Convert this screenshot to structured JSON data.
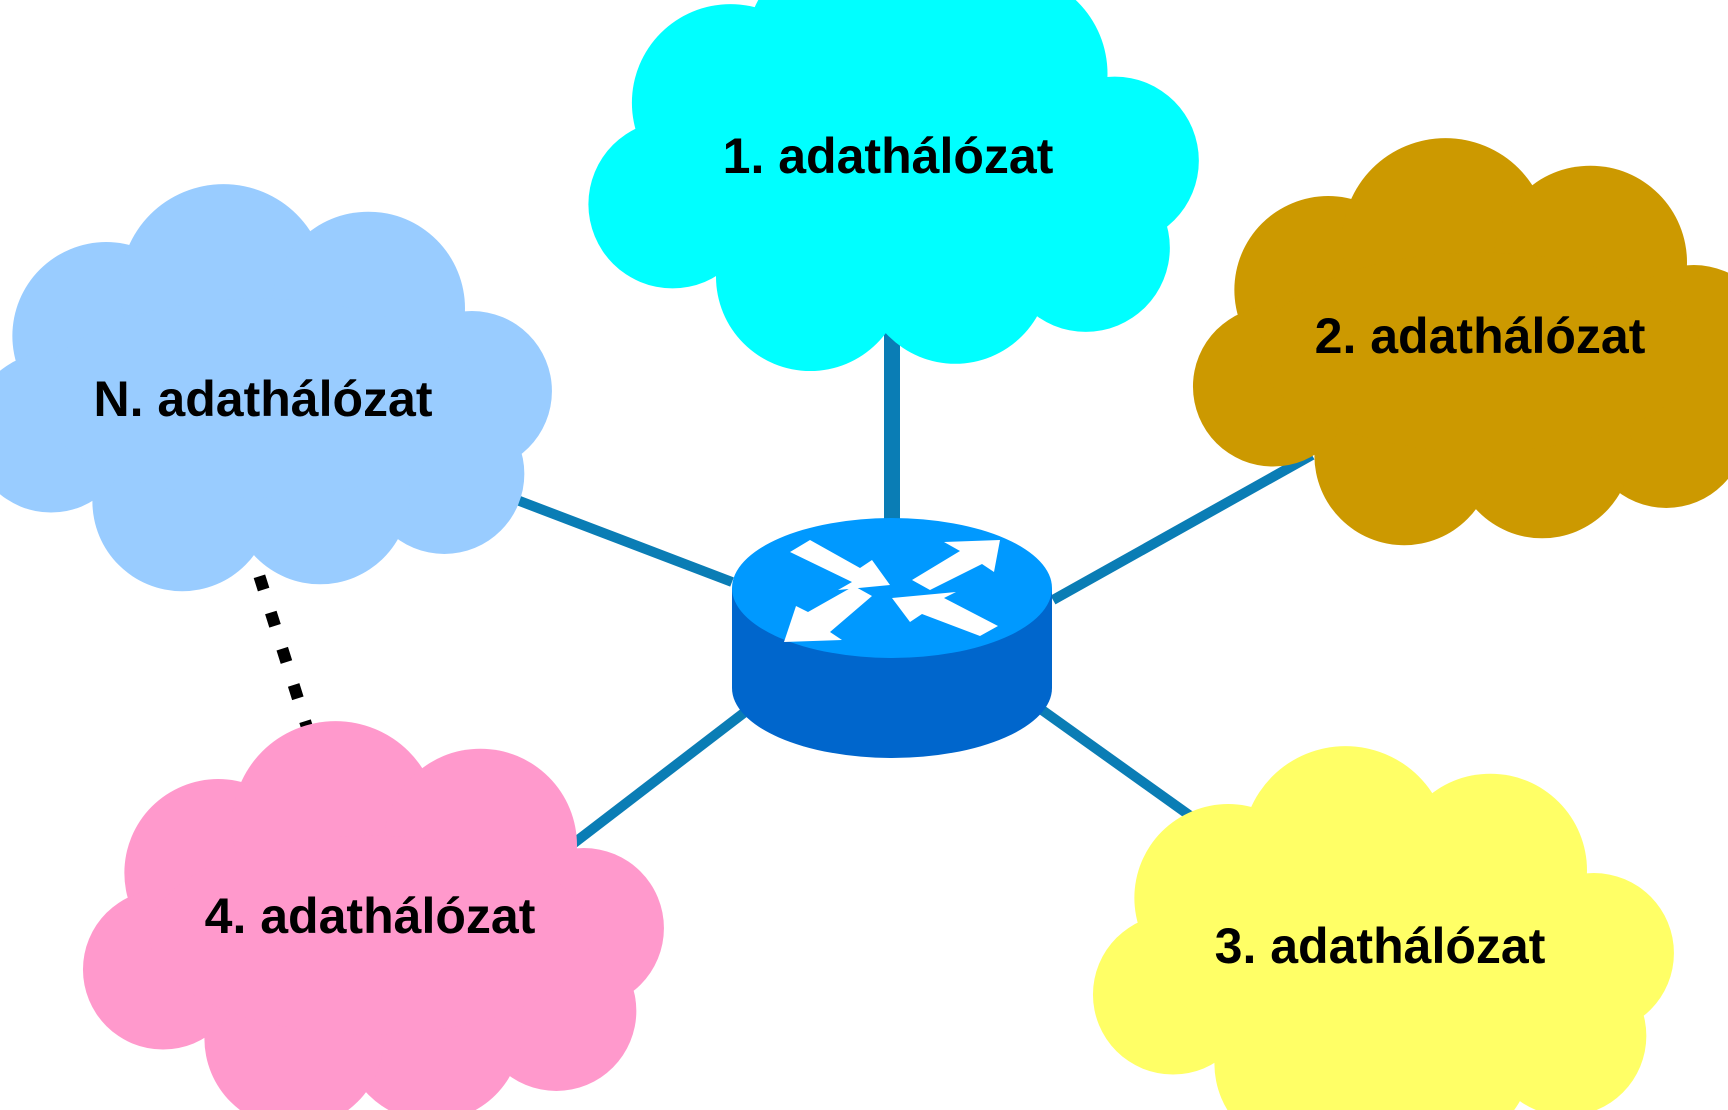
{
  "diagram": {
    "type": "star-network",
    "networks": [
      {
        "id": "net1",
        "label": "1. adathálózat",
        "color": "#00FFFF",
        "connection": "solid"
      },
      {
        "id": "net2",
        "label": "2. adathálózat",
        "color": "#CC9900",
        "connection": "solid"
      },
      {
        "id": "net3",
        "label": "3. adathálózat",
        "color": "#FFFF66",
        "connection": "solid"
      },
      {
        "id": "net4",
        "label": "4. adathálózat",
        "color": "#FF99CC",
        "connection": "solid"
      },
      {
        "id": "netN",
        "label": "N. adathálózat",
        "color": "#99CCFF",
        "connection": "solid"
      }
    ],
    "dotted_link": {
      "from": "netN",
      "to": "net4"
    },
    "router": {
      "icon": "router-icon",
      "top_color": "#0099FF",
      "side_color": "#0066CC",
      "arrow_color": "#FFFFFF"
    },
    "link_color": "#0A7DB5",
    "dotted_color": "#000000"
  }
}
